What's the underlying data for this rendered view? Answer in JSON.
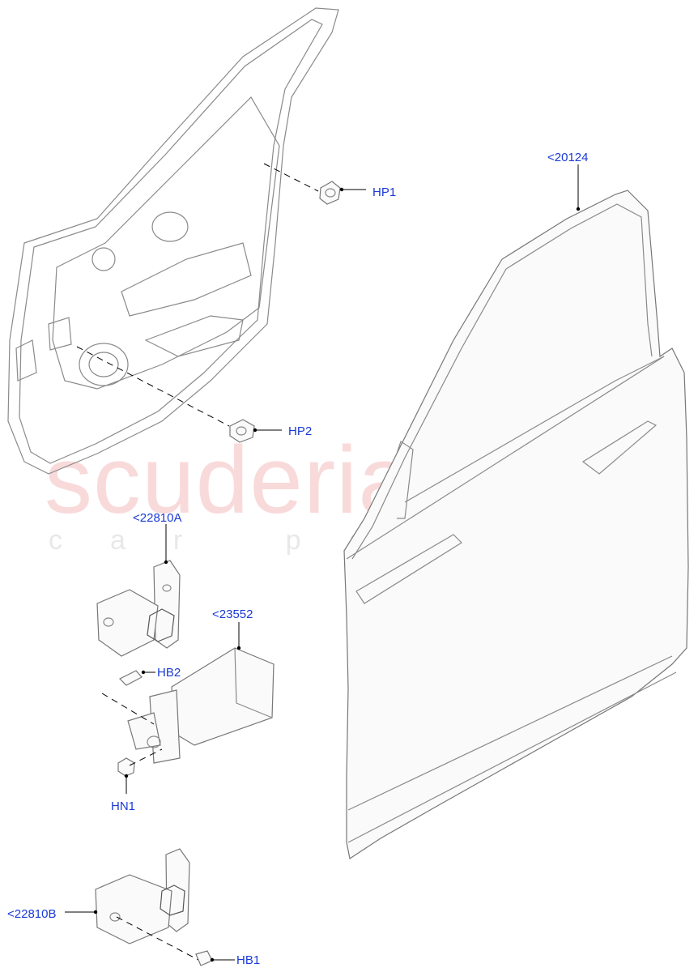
{
  "watermark": {
    "main": "scuderia",
    "sub": "car parts"
  },
  "callouts": {
    "hp1": "HP1",
    "hp2": "HP2",
    "c20124": "<20124",
    "c22810a": "<22810A",
    "c23552": "<23552",
    "hb2": "HB2",
    "hn1": "HN1",
    "c22810b": "<22810B",
    "hb1": "HB1"
  },
  "colors": {
    "label": "#1a3ad6",
    "line_art": "#8a8a8a",
    "watermark": "#ec8c8c"
  }
}
